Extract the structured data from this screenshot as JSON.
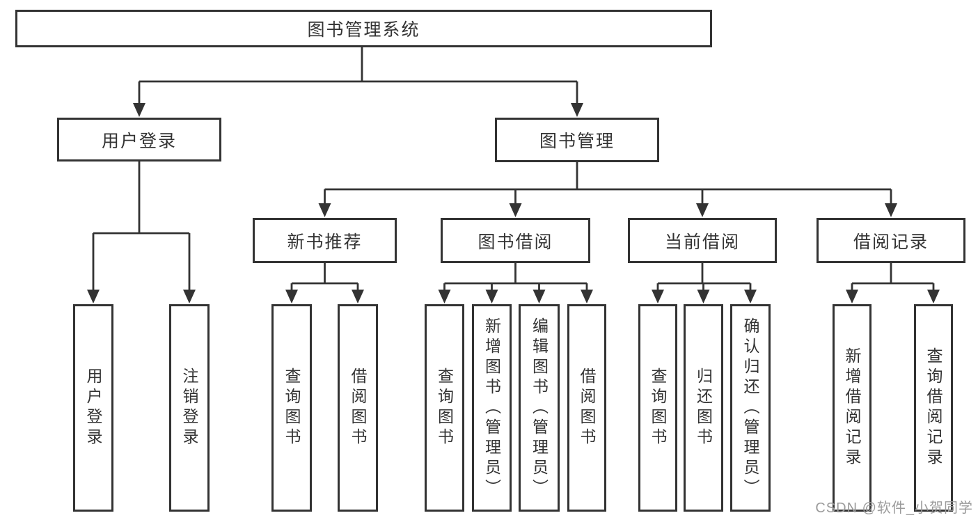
{
  "diagram": {
    "title": "图书管理系统",
    "root": {
      "label": "图书管理系统"
    },
    "level2": [
      {
        "label": "用户登录"
      },
      {
        "label": "图书管理"
      }
    ],
    "level3": [
      {
        "label": "新书推荐"
      },
      {
        "label": "图书借阅"
      },
      {
        "label": "当前借阅"
      },
      {
        "label": "借阅记录"
      }
    ],
    "leaves": {
      "user_login": [
        "用户登录",
        "注销登录"
      ],
      "new_books": [
        "查询图书",
        "借阅图书"
      ],
      "book_borrow": [
        "查询图书",
        "新增图书（管理员）",
        "编辑图书（管理员）",
        "借阅图书"
      ],
      "current_borrow": [
        "查询图书",
        "归还图书",
        "确认归还（管理员）"
      ],
      "borrow_records": [
        "新增借阅记录",
        "查询借阅记录"
      ]
    },
    "colors": {
      "line": "#333333",
      "text": "#333333",
      "background": "#ffffff",
      "watermark_color": "#9b9b9b"
    },
    "watermark": "CSDN @软件_小贺同学"
  }
}
